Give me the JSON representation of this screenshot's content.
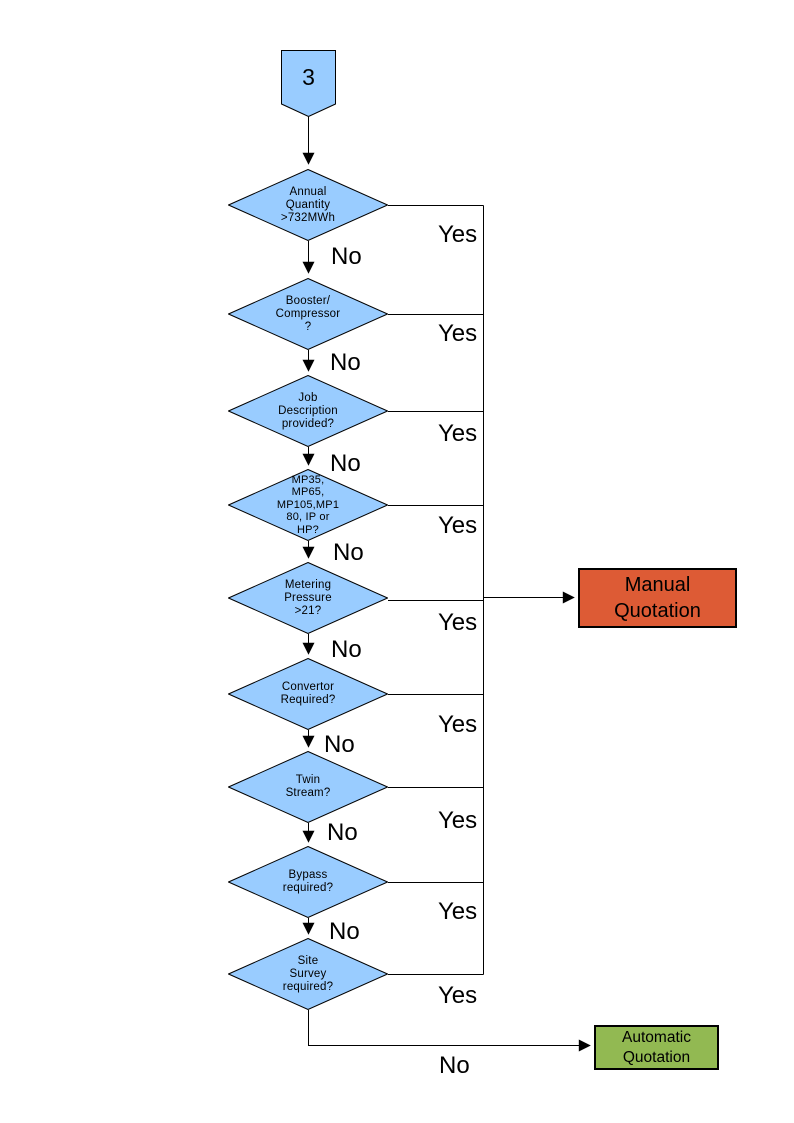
{
  "connector": {
    "label": "3"
  },
  "decisions": [
    {
      "id": "annual-quantity",
      "label": "Annual\nQuantity\n>732MWh",
      "yes": "Yes",
      "no": "No"
    },
    {
      "id": "booster-compressor",
      "label": "Booster/\nCompressor\n?",
      "yes": "Yes",
      "no": "No"
    },
    {
      "id": "job-description",
      "label": "Job\nDescription\nprovided?",
      "yes": "Yes",
      "no": "No"
    },
    {
      "id": "meter-type",
      "label": "MP35,\nMP65,\nMP105,MP1\n80, IP or\nHP?",
      "yes": "Yes",
      "no": "No"
    },
    {
      "id": "metering-pressure",
      "label": "Metering\nPressure\n>21?",
      "yes": "Yes",
      "no": "No"
    },
    {
      "id": "convertor-required",
      "label": "Convertor\nRequired?",
      "yes": "Yes",
      "no": "No"
    },
    {
      "id": "twin-stream",
      "label": "Twin\nStream?",
      "yes": "Yes",
      "no": "No"
    },
    {
      "id": "bypass-required",
      "label": "Bypass\nrequired?",
      "yes": "Yes",
      "no": "No"
    },
    {
      "id": "site-survey",
      "label": "Site\nSurvey\nrequired?",
      "yes": "Yes",
      "no": "No"
    }
  ],
  "outcomes": {
    "manual": {
      "label": "Manual\nQuotation",
      "fill": "#DD5B35"
    },
    "automatic": {
      "label": "Automatic\nQuotation",
      "fill": "#92B952"
    }
  },
  "colors": {
    "decision_fill": "#99CCFF",
    "connector_fill": "#99CCFF",
    "line": "#000000",
    "text": "#000000",
    "background": "#FFFFFF"
  }
}
